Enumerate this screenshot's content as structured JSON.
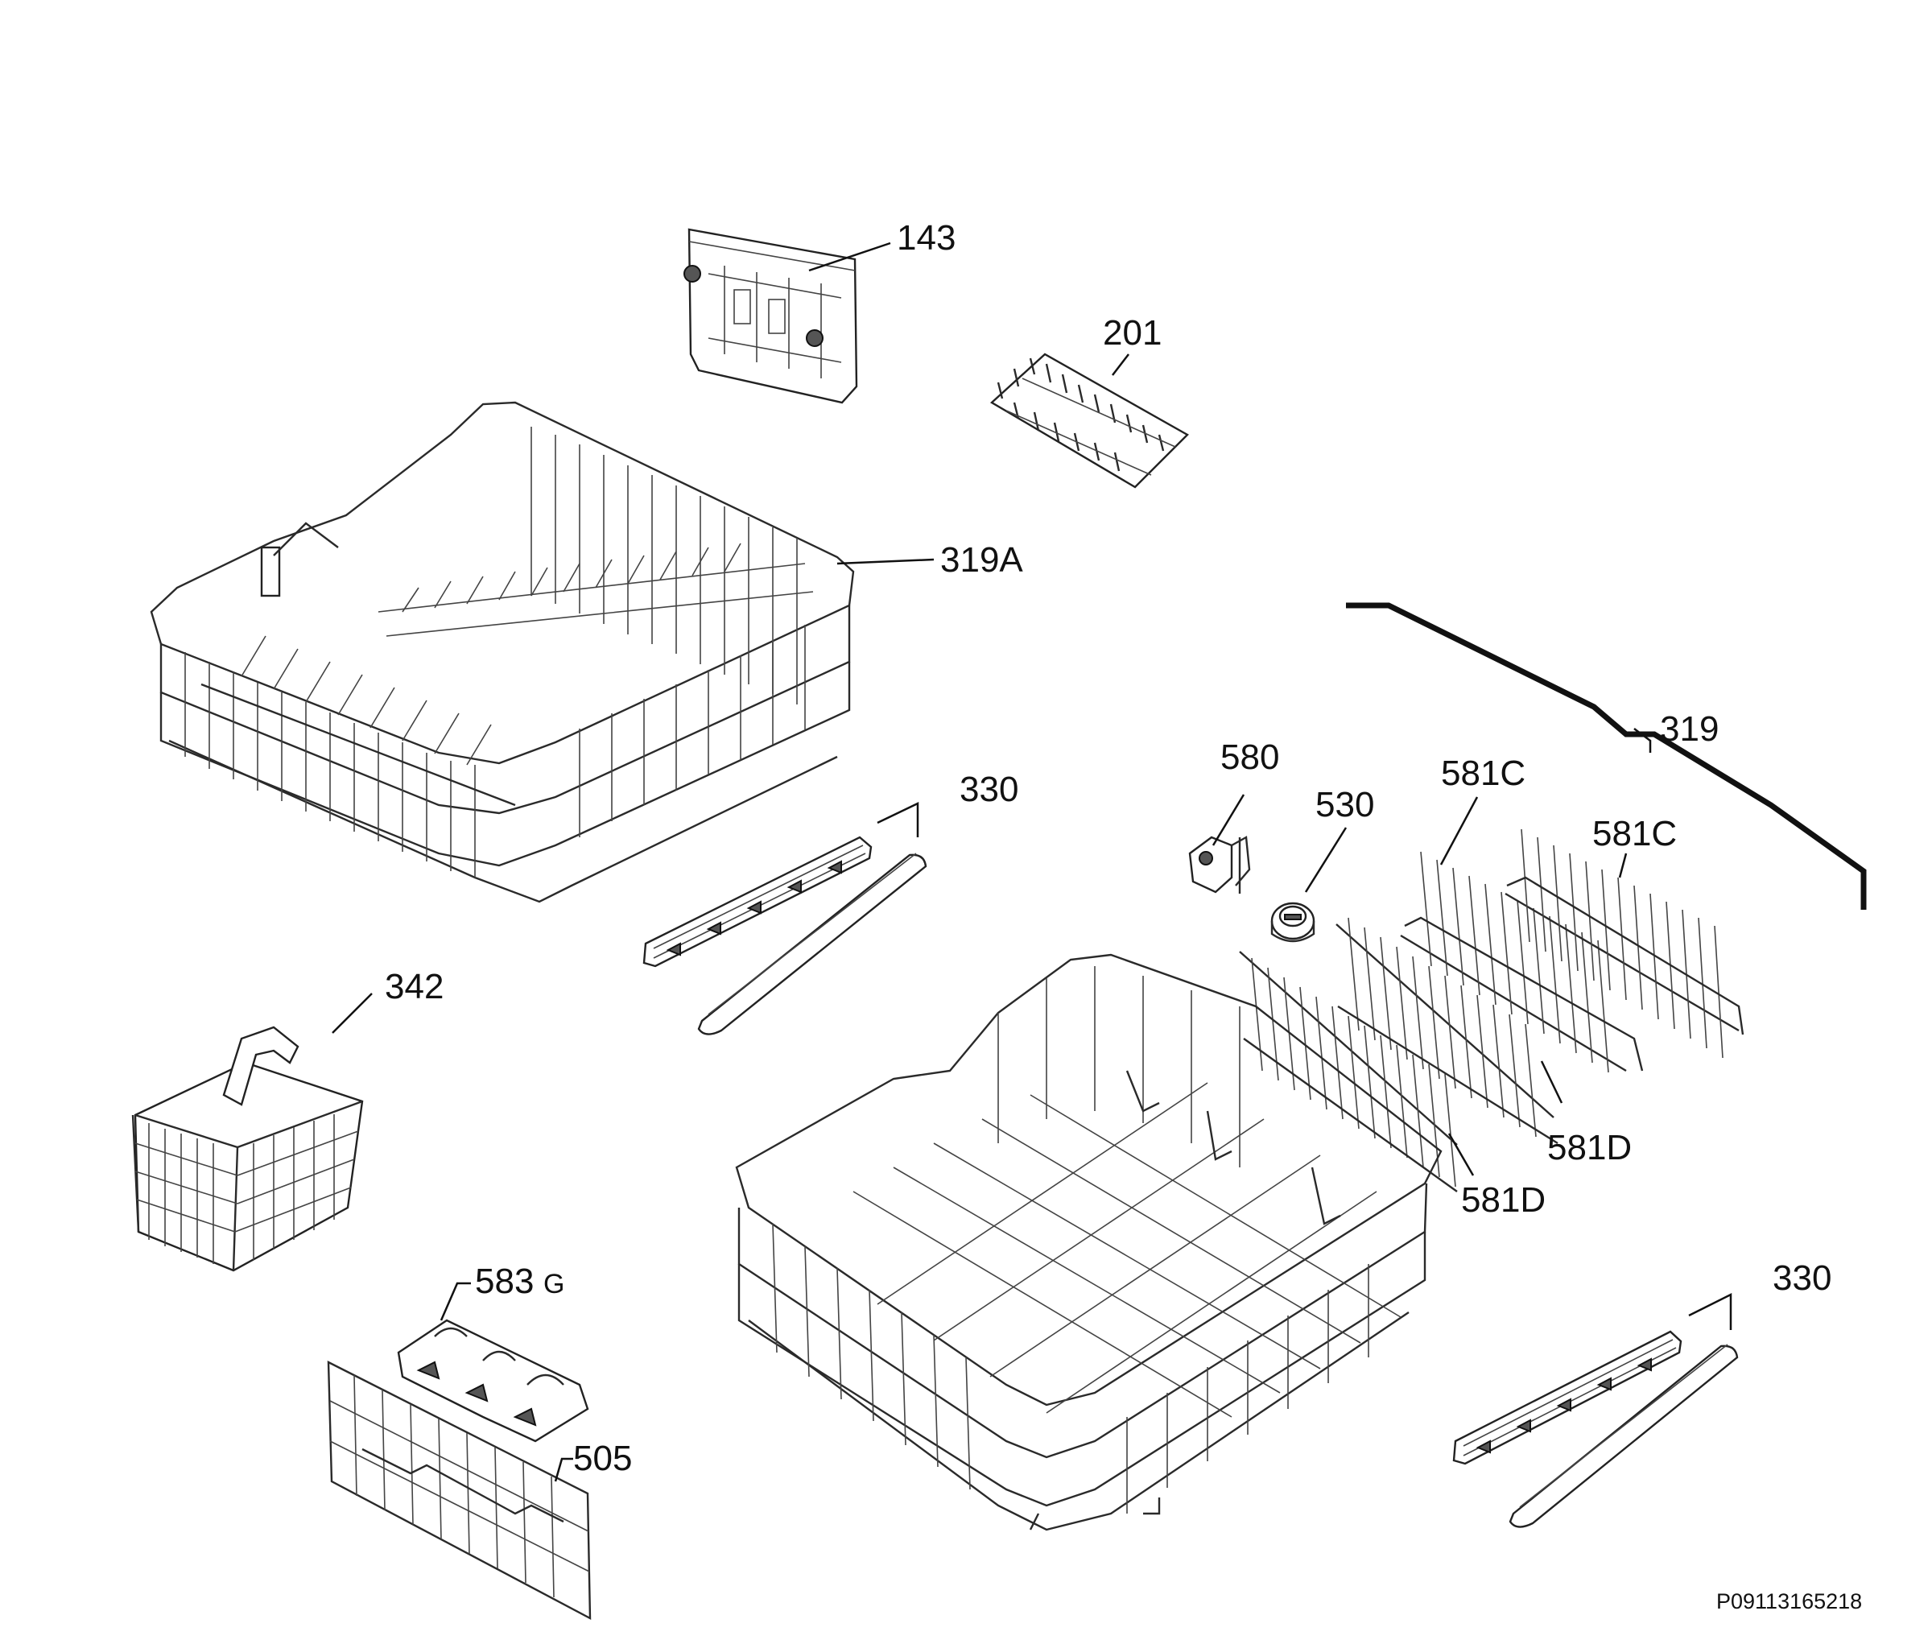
{
  "diagram": {
    "labels": {
      "p143": "143",
      "p201": "201",
      "p319A": "319A",
      "p319": "319",
      "p330_top": "330",
      "p330_bottom": "330",
      "p342": "342",
      "p580": "580",
      "p530": "530",
      "p581C_left": "581C",
      "p581C_right": "581C",
      "p581D_right": "581D",
      "p581D_left": "581D",
      "p583_num": "583",
      "p583_suffix": "G",
      "p505": "505"
    },
    "code": "P09113165218"
  }
}
